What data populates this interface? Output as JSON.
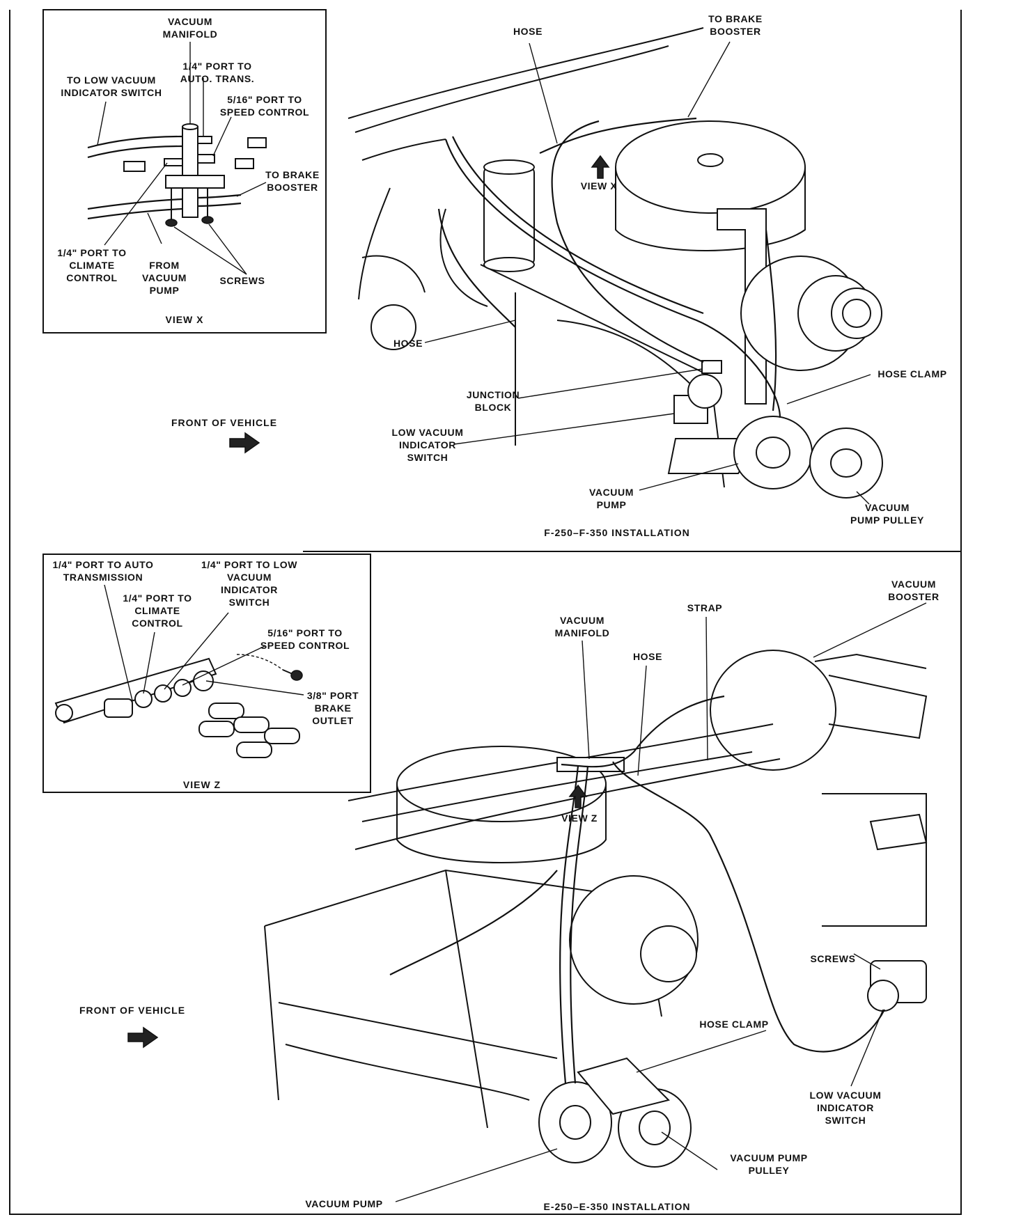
{
  "top": {
    "inset": {
      "caption": "VIEW X",
      "labels": {
        "vacuum_manifold": [
          "VACUUM",
          "MANIFOLD"
        ],
        "port_auto_trans": [
          "1/4\" PORT TO",
          "AUTO. TRANS."
        ],
        "to_low_vacuum": [
          "TO LOW VACUUM",
          "INDICATOR SWITCH"
        ],
        "port_speed_control": [
          "5/16\" PORT TO",
          "SPEED CONTROL"
        ],
        "to_brake_booster": [
          "TO BRAKE",
          "BOOSTER"
        ],
        "port_climate": [
          "1/4\" PORT TO",
          "CLIMATE",
          "CONTROL"
        ],
        "from_vacuum_pump": [
          "FROM",
          "VACUUM",
          "PUMP"
        ],
        "screws": [
          "SCREWS"
        ]
      }
    },
    "front_of_vehicle": "FRONT OF VEHICLE",
    "labels": {
      "hose_top": [
        "HOSE"
      ],
      "to_brake_booster": [
        "TO BRAKE",
        "BOOSTER"
      ],
      "view_x": [
        "VIEW X"
      ],
      "hose_left": [
        "HOSE"
      ],
      "hose_clamp": [
        "HOSE CLAMP"
      ],
      "junction_block": [
        "JUNCTION",
        "BLOCK"
      ],
      "low_vacuum_switch": [
        "LOW VACUUM",
        "INDICATOR",
        "SWITCH"
      ],
      "vacuum_pump": [
        "VACUUM",
        "PUMP"
      ],
      "vacuum_pump_pulley": [
        "VACUUM",
        "PUMP PULLEY"
      ]
    },
    "caption": "F-250–F-350 INSTALLATION"
  },
  "bottom": {
    "inset": {
      "caption": "VIEW Z",
      "labels": {
        "port_auto_transmission": [
          "1/4\" PORT TO AUTO",
          "TRANSMISSION"
        ],
        "port_low_vacuum": [
          "1/4\" PORT TO LOW",
          "VACUUM",
          "INDICATOR",
          "SWITCH"
        ],
        "port_climate": [
          "1/4\" PORT TO",
          "CLIMATE",
          "CONTROL"
        ],
        "port_speed_control": [
          "5/16\" PORT TO",
          "SPEED CONTROL"
        ],
        "port_brake_outlet": [
          "3/8\" PORT",
          "BRAKE",
          "OUTLET"
        ]
      }
    },
    "front_of_vehicle": "FRONT OF VEHICLE",
    "labels": {
      "vacuum_booster": [
        "VACUUM",
        "BOOSTER"
      ],
      "strap": [
        "STRAP"
      ],
      "vacuum_manifold": [
        "VACUUM",
        "MANIFOLD"
      ],
      "hose": [
        "HOSE"
      ],
      "view_z": [
        "VIEW Z"
      ],
      "screws": [
        "SCREWS"
      ],
      "hose_clamp": [
        "HOSE CLAMP"
      ],
      "low_vacuum_switch": [
        "LOW VACUUM",
        "INDICATOR",
        "SWITCH"
      ],
      "vacuum_pump_pulley": [
        "VACUUM PUMP",
        "PULLEY"
      ],
      "vacuum_pump": [
        "VACUUM PUMP"
      ]
    },
    "caption": "E-250–E-350 INSTALLATION"
  }
}
